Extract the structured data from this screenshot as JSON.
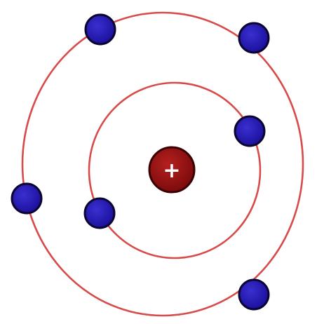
{
  "nucleus": {
    "charge_symbol": "+",
    "fill_color": "#7a0a0a",
    "highlight_color": "#b52020",
    "outline_color": "#3a0202"
  },
  "orbits": [
    {
      "name": "inner-orbit",
      "electrons": 2
    },
    {
      "name": "outer-orbit",
      "electrons": 4
    }
  ],
  "electron_style": {
    "fill_color": "#1a0f9a",
    "outline_color": "#0b0530"
  },
  "orbit_color": "#d84b4b",
  "background_color": "#ffffff"
}
